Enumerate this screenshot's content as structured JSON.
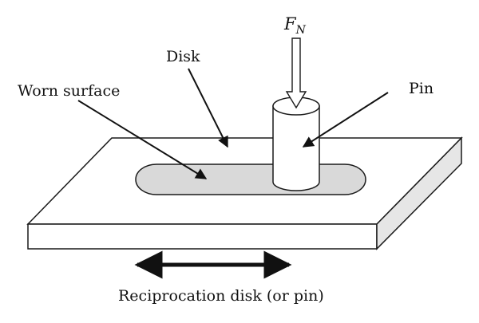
{
  "labels": {
    "disk": "Disk",
    "worn_surface": "Worn surface",
    "pin": "Pin",
    "force_symbol": "F",
    "force_subscript": "N",
    "caption": "Reciprocation disk (or pin)"
  },
  "colors": {
    "outline": "#1a1a1a",
    "plate_face": "#ffffff",
    "plate_side": "#e6e6e6",
    "worn_track": "#d9d9d9",
    "pin_body": "#ffffff",
    "arrow": "#111111"
  },
  "icons": {
    "force_arrow": "hollow-down-arrow",
    "motion_arrow": "double-headed-arrow"
  }
}
